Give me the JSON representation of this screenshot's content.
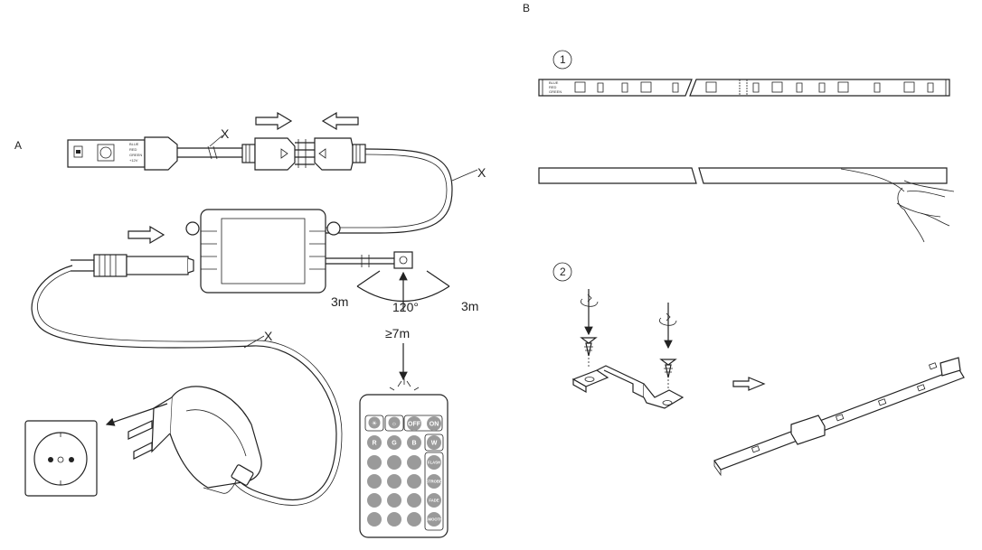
{
  "sections": {
    "a": "A",
    "b": "B"
  },
  "steps": {
    "one": "1",
    "two": "2"
  },
  "cable_labels": [
    "X",
    "X",
    "X"
  ],
  "receiver": {
    "angle": "120°",
    "range_left": "3m",
    "range_right": "3m",
    "distance": "≥7m"
  },
  "strip_tags": [
    "BLUE",
    "RED",
    "GREEN",
    "+12V"
  ],
  "remote": {
    "top_row": [
      "☀",
      "☼",
      "OFF",
      "ON"
    ],
    "color_row": [
      "R",
      "G",
      "B",
      "W"
    ],
    "side_buttons": [
      "FLASH",
      "STROBE",
      "FADE",
      "SMOOTH"
    ]
  },
  "colors": {
    "line": "#222222",
    "remote_button": "#9a9a9a",
    "background": "#ffffff"
  }
}
